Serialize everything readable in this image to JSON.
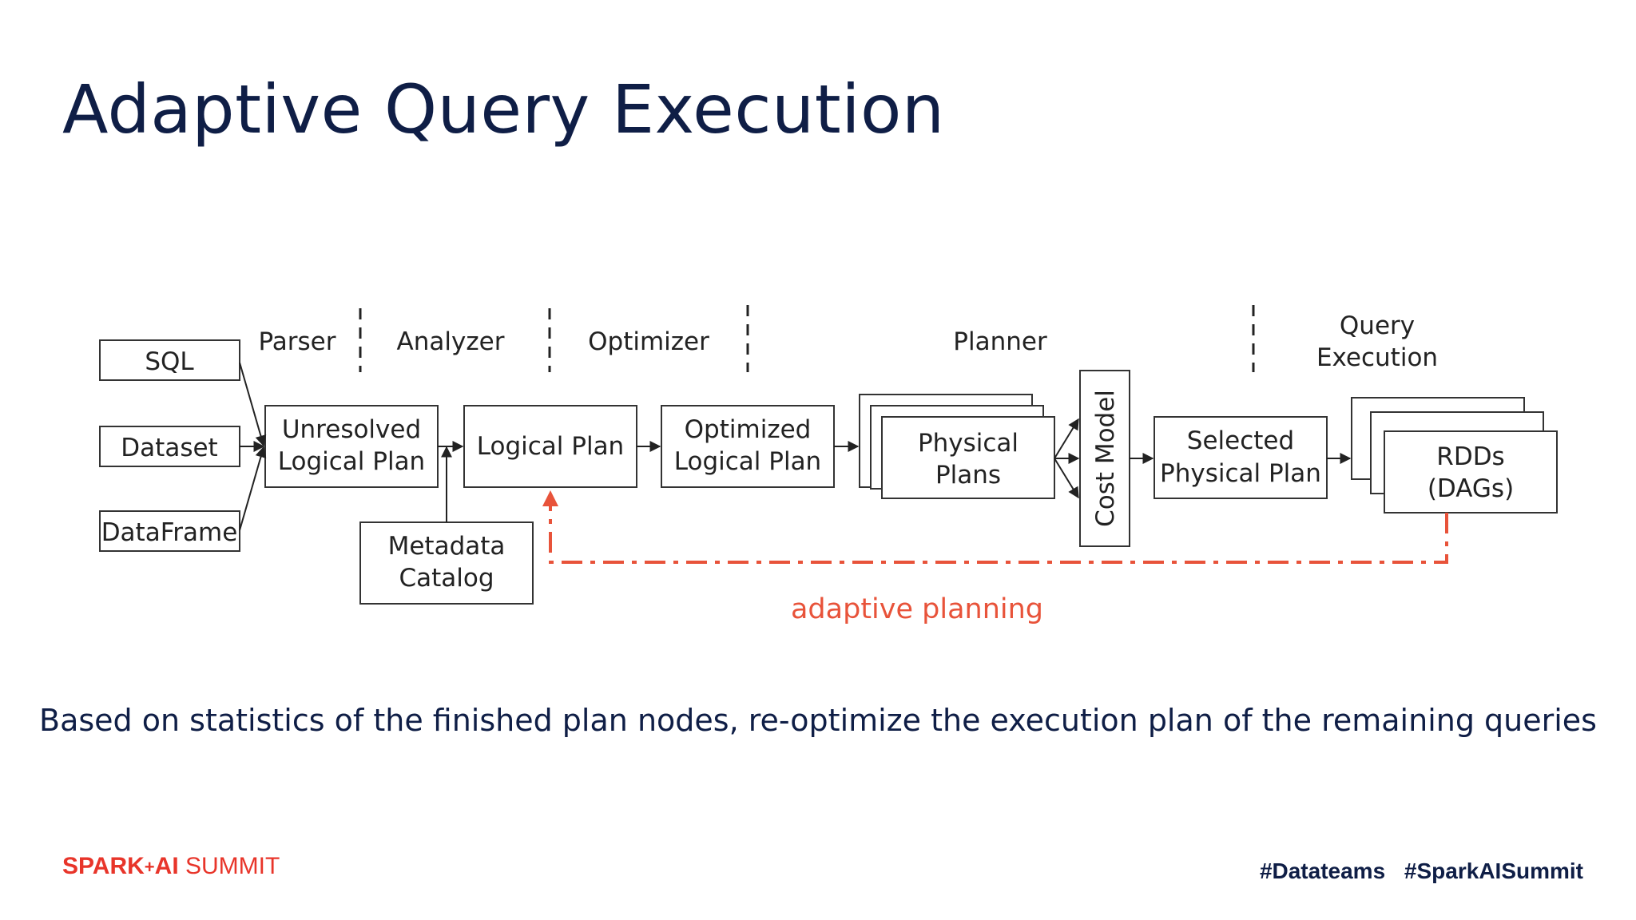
{
  "title": "Adaptive Query Execution",
  "subtitle": "Based on statistics of the finished plan nodes, re-optimize the execution plan of the remaining queries",
  "diagram": {
    "stages": {
      "parser": "Parser",
      "analyzer": "Analyzer",
      "optimizer": "Optimizer",
      "planner": "Planner",
      "query_execution_line1": "Query",
      "query_execution_line2": "Execution"
    },
    "inputs": {
      "sql": "SQL",
      "dataset": "Dataset",
      "dataframe": "DataFrame"
    },
    "nodes": {
      "unresolved_line1": "Unresolved",
      "unresolved_line2": "Logical Plan",
      "logical_plan": "Logical Plan",
      "optimized_line1": "Optimized",
      "optimized_line2": "Logical Plan",
      "metadata_line1": "Metadata",
      "metadata_line2": "Catalog",
      "physical_line1": "Physical",
      "physical_line2": "Plans",
      "cost_model": "Cost Model",
      "selected_line1": "Selected",
      "selected_line2": "Physical Plan",
      "rdds_line1": "RDDs",
      "rdds_line2": "(DAGs)"
    },
    "feedback_label": "adaptive planning",
    "colors": {
      "feedback": "#e8533a",
      "text": "#0f1e46",
      "box": "#333333"
    }
  },
  "footer": {
    "brand_spark": "SPARK",
    "brand_plus": "+",
    "brand_ai": "AI",
    "brand_summit": " SUMMIT",
    "tag1": "#Datateams",
    "tag2": "#SparkAISummit"
  }
}
